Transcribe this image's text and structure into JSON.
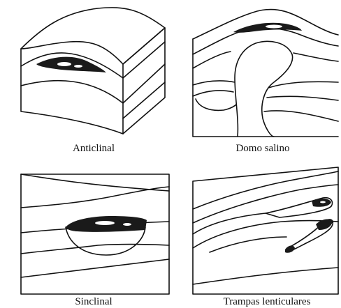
{
  "figure": {
    "panels": [
      {
        "id": "anticlinal",
        "caption": "Anticlinal"
      },
      {
        "id": "domo-salino",
        "caption": "Domo salino"
      },
      {
        "id": "sinclinal",
        "caption": "Sinclinal"
      },
      {
        "id": "trampas-lenticulares",
        "caption": "Trampas lenticulares"
      }
    ]
  }
}
